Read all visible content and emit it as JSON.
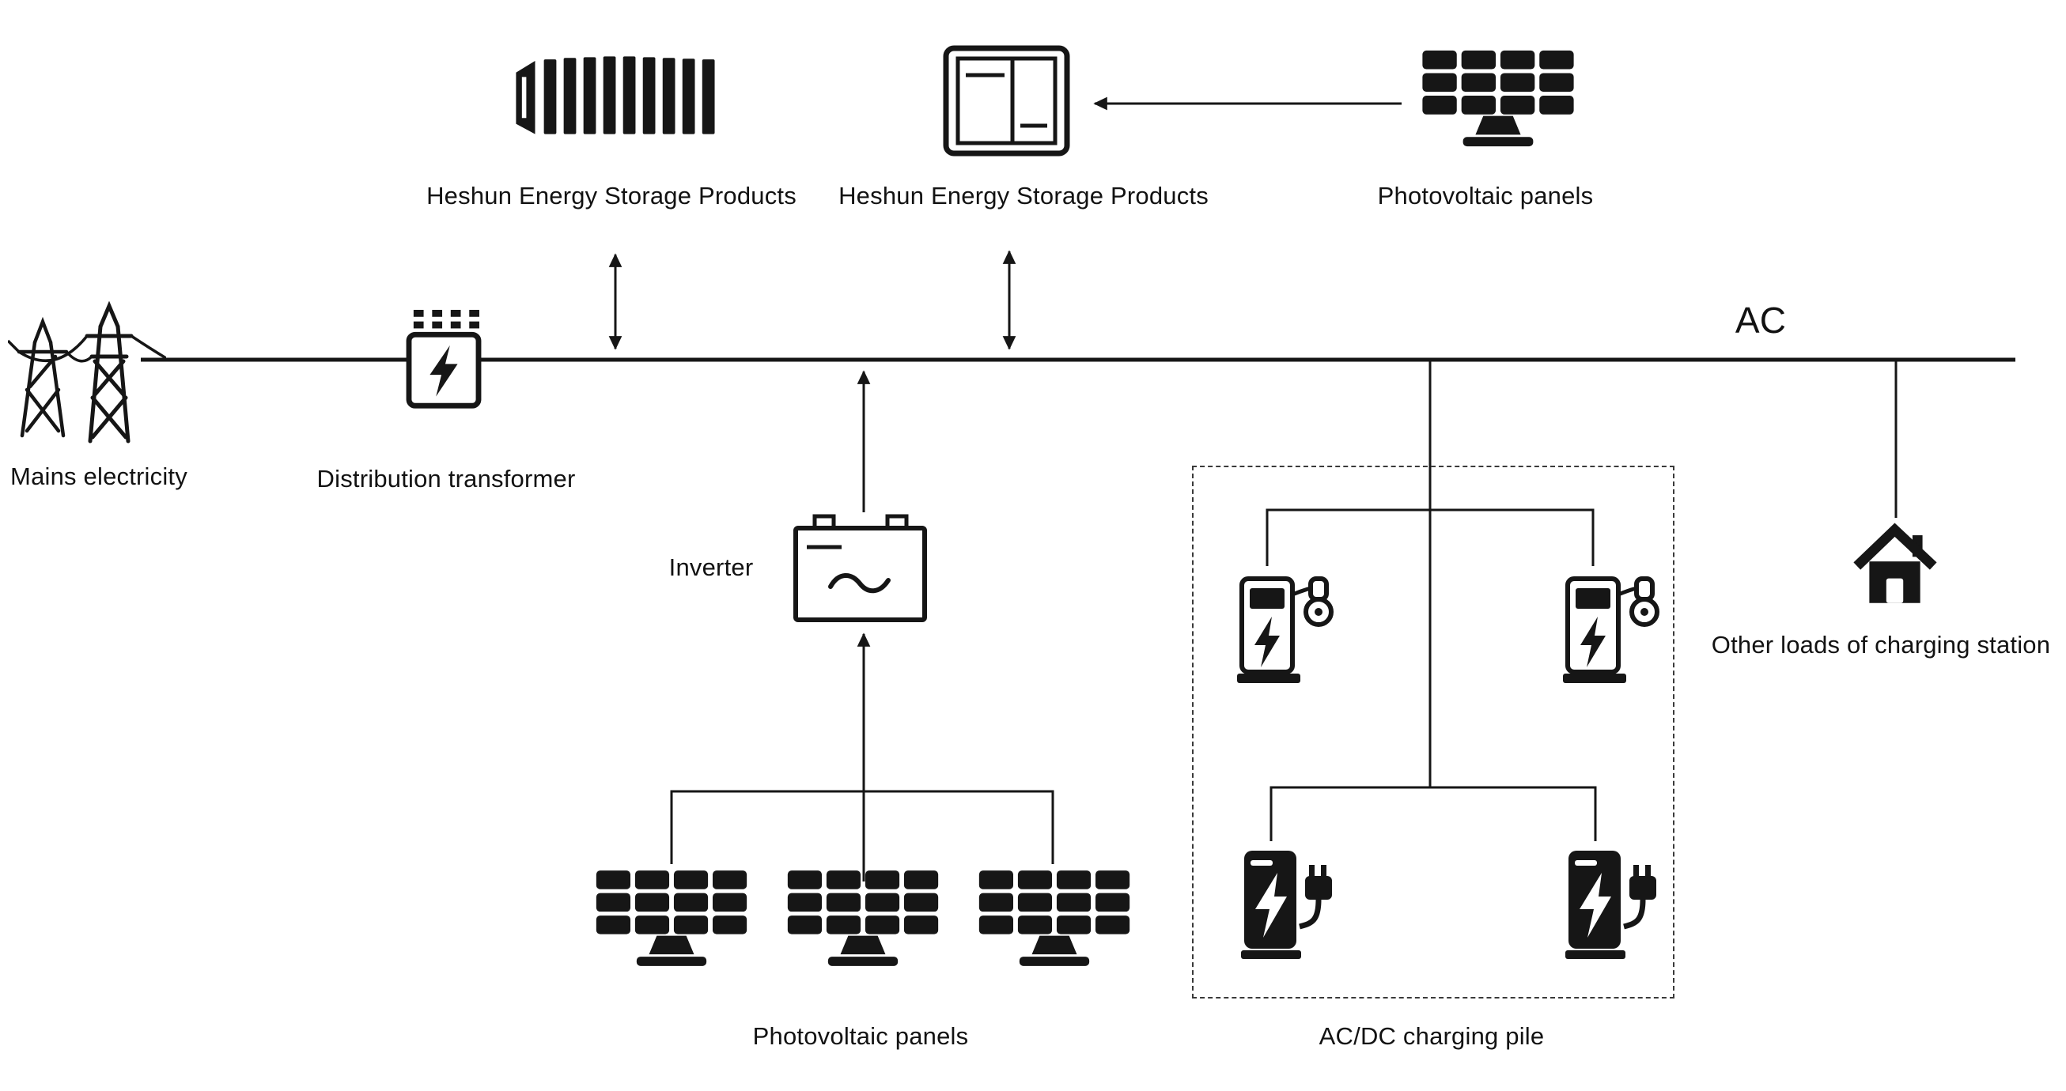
{
  "title": "Energy storage and charging station system diagram",
  "colors": {
    "ink": "#121212",
    "line": "#161616",
    "background": "#ffffff"
  },
  "labels": {
    "storage_container": "Heshun Energy Storage Products",
    "storage_cabinet": "Heshun Energy Storage Products",
    "pv_top": "Photovoltaic panels",
    "mains": "Mains electricity",
    "transformer": "Distribution transformer",
    "ac_bus": "AC",
    "inverter": "Inverter",
    "pv_bottom": "Photovoltaic panels",
    "charging_pile": "AC/DC charging pile",
    "other_loads": "Other loads of charging station"
  },
  "icons": {
    "energy-storage-container-icon": "battery storage container",
    "energy-storage-cabinet-icon": "storage converter cabinet",
    "pv-panel-icon": "photovoltaic panel",
    "mains-electricity-icon": "transmission towers",
    "distribution-transformer-icon": "transformer box with lightning bolt",
    "inverter-icon": "inverter box with sine wave",
    "ac-charging-pile-icon": "AC charging pile with gun",
    "dc-charging-pile-icon": "DC charging pile with plug",
    "house-icon": "building loads"
  }
}
